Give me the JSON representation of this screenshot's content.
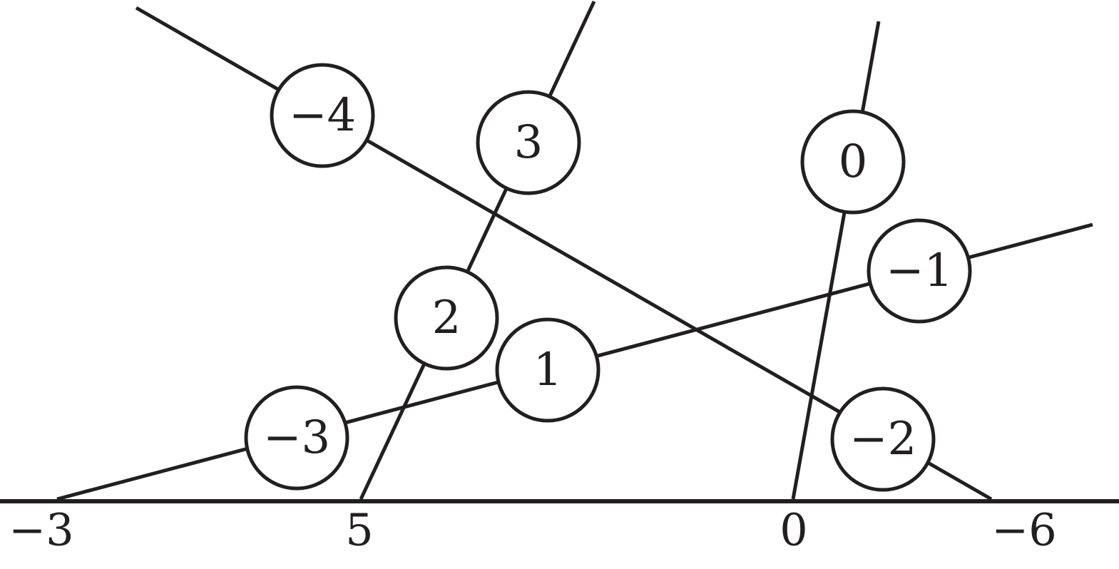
{
  "diagram": {
    "nodes": [
      {
        "id": "n-4",
        "label": "−4"
      },
      {
        "id": "n3",
        "label": "3"
      },
      {
        "id": "n0",
        "label": "0"
      },
      {
        "id": "n-1",
        "label": "−1"
      },
      {
        "id": "n2",
        "label": "2"
      },
      {
        "id": "n1",
        "label": "1"
      },
      {
        "id": "n-3",
        "label": "−3"
      },
      {
        "id": "n-2",
        "label": "−2"
      }
    ],
    "baseline_labels": [
      "−3",
      "5",
      "0",
      "−6"
    ],
    "colors": {
      "ink": "#231f20",
      "background": "#ffffff"
    }
  }
}
